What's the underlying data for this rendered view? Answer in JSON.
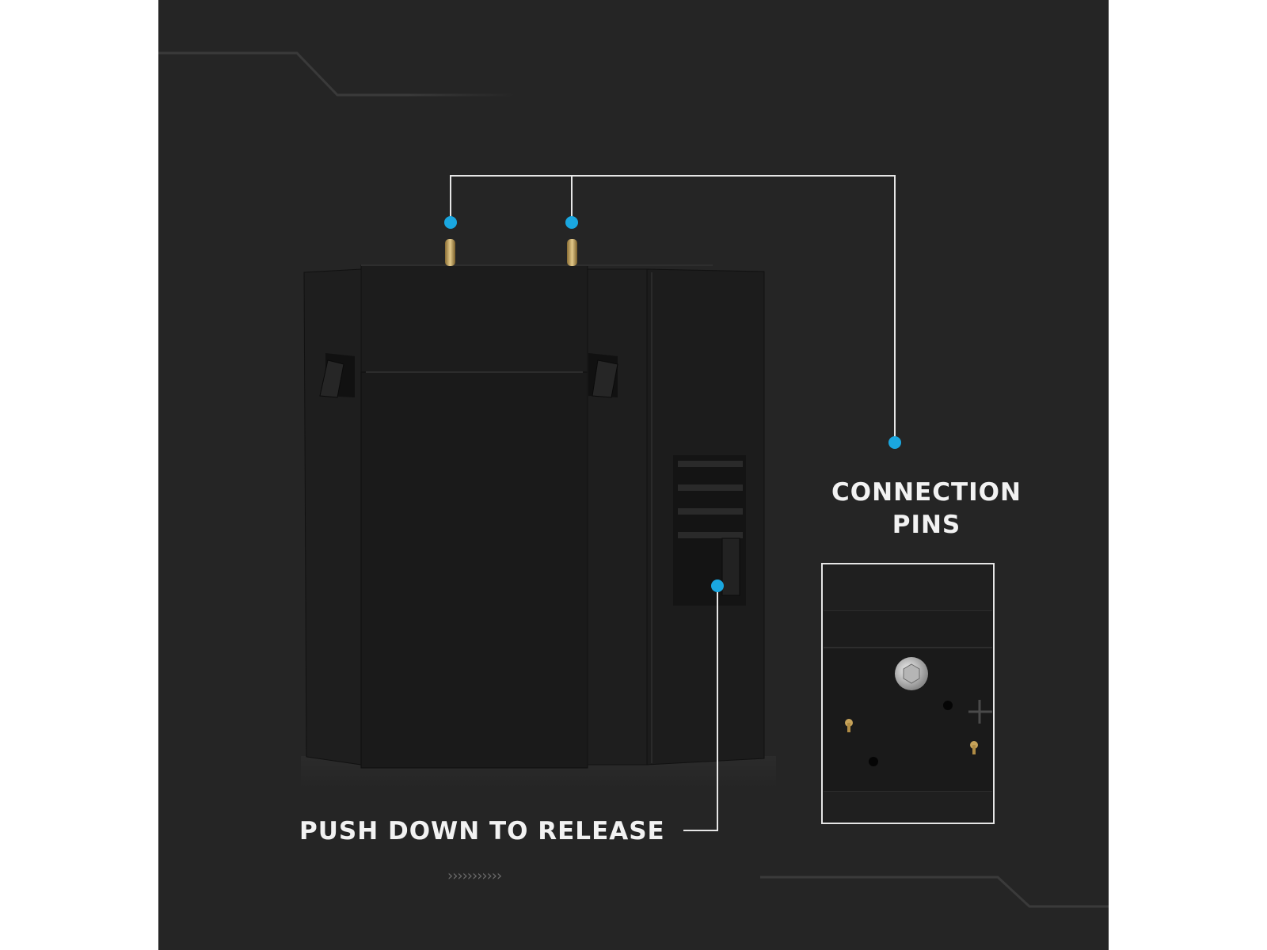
{
  "labels": {
    "connection_pins_line1": "CONNECTION",
    "connection_pins_line2": "PINS",
    "push_down": "PUSH DOWN TO RELEASE"
  },
  "icons": {
    "callout_dot": "callout-dot",
    "chevron_row": "chevron-right-icon"
  },
  "decor": {
    "chevrons": "›››››››››››"
  },
  "colors": {
    "background": "#252525",
    "accent_dot": "#1aa7e0",
    "callout_line": "#e6e6e6",
    "device_body": "#1b1b1b",
    "pin_brass": "#c7a35a"
  }
}
